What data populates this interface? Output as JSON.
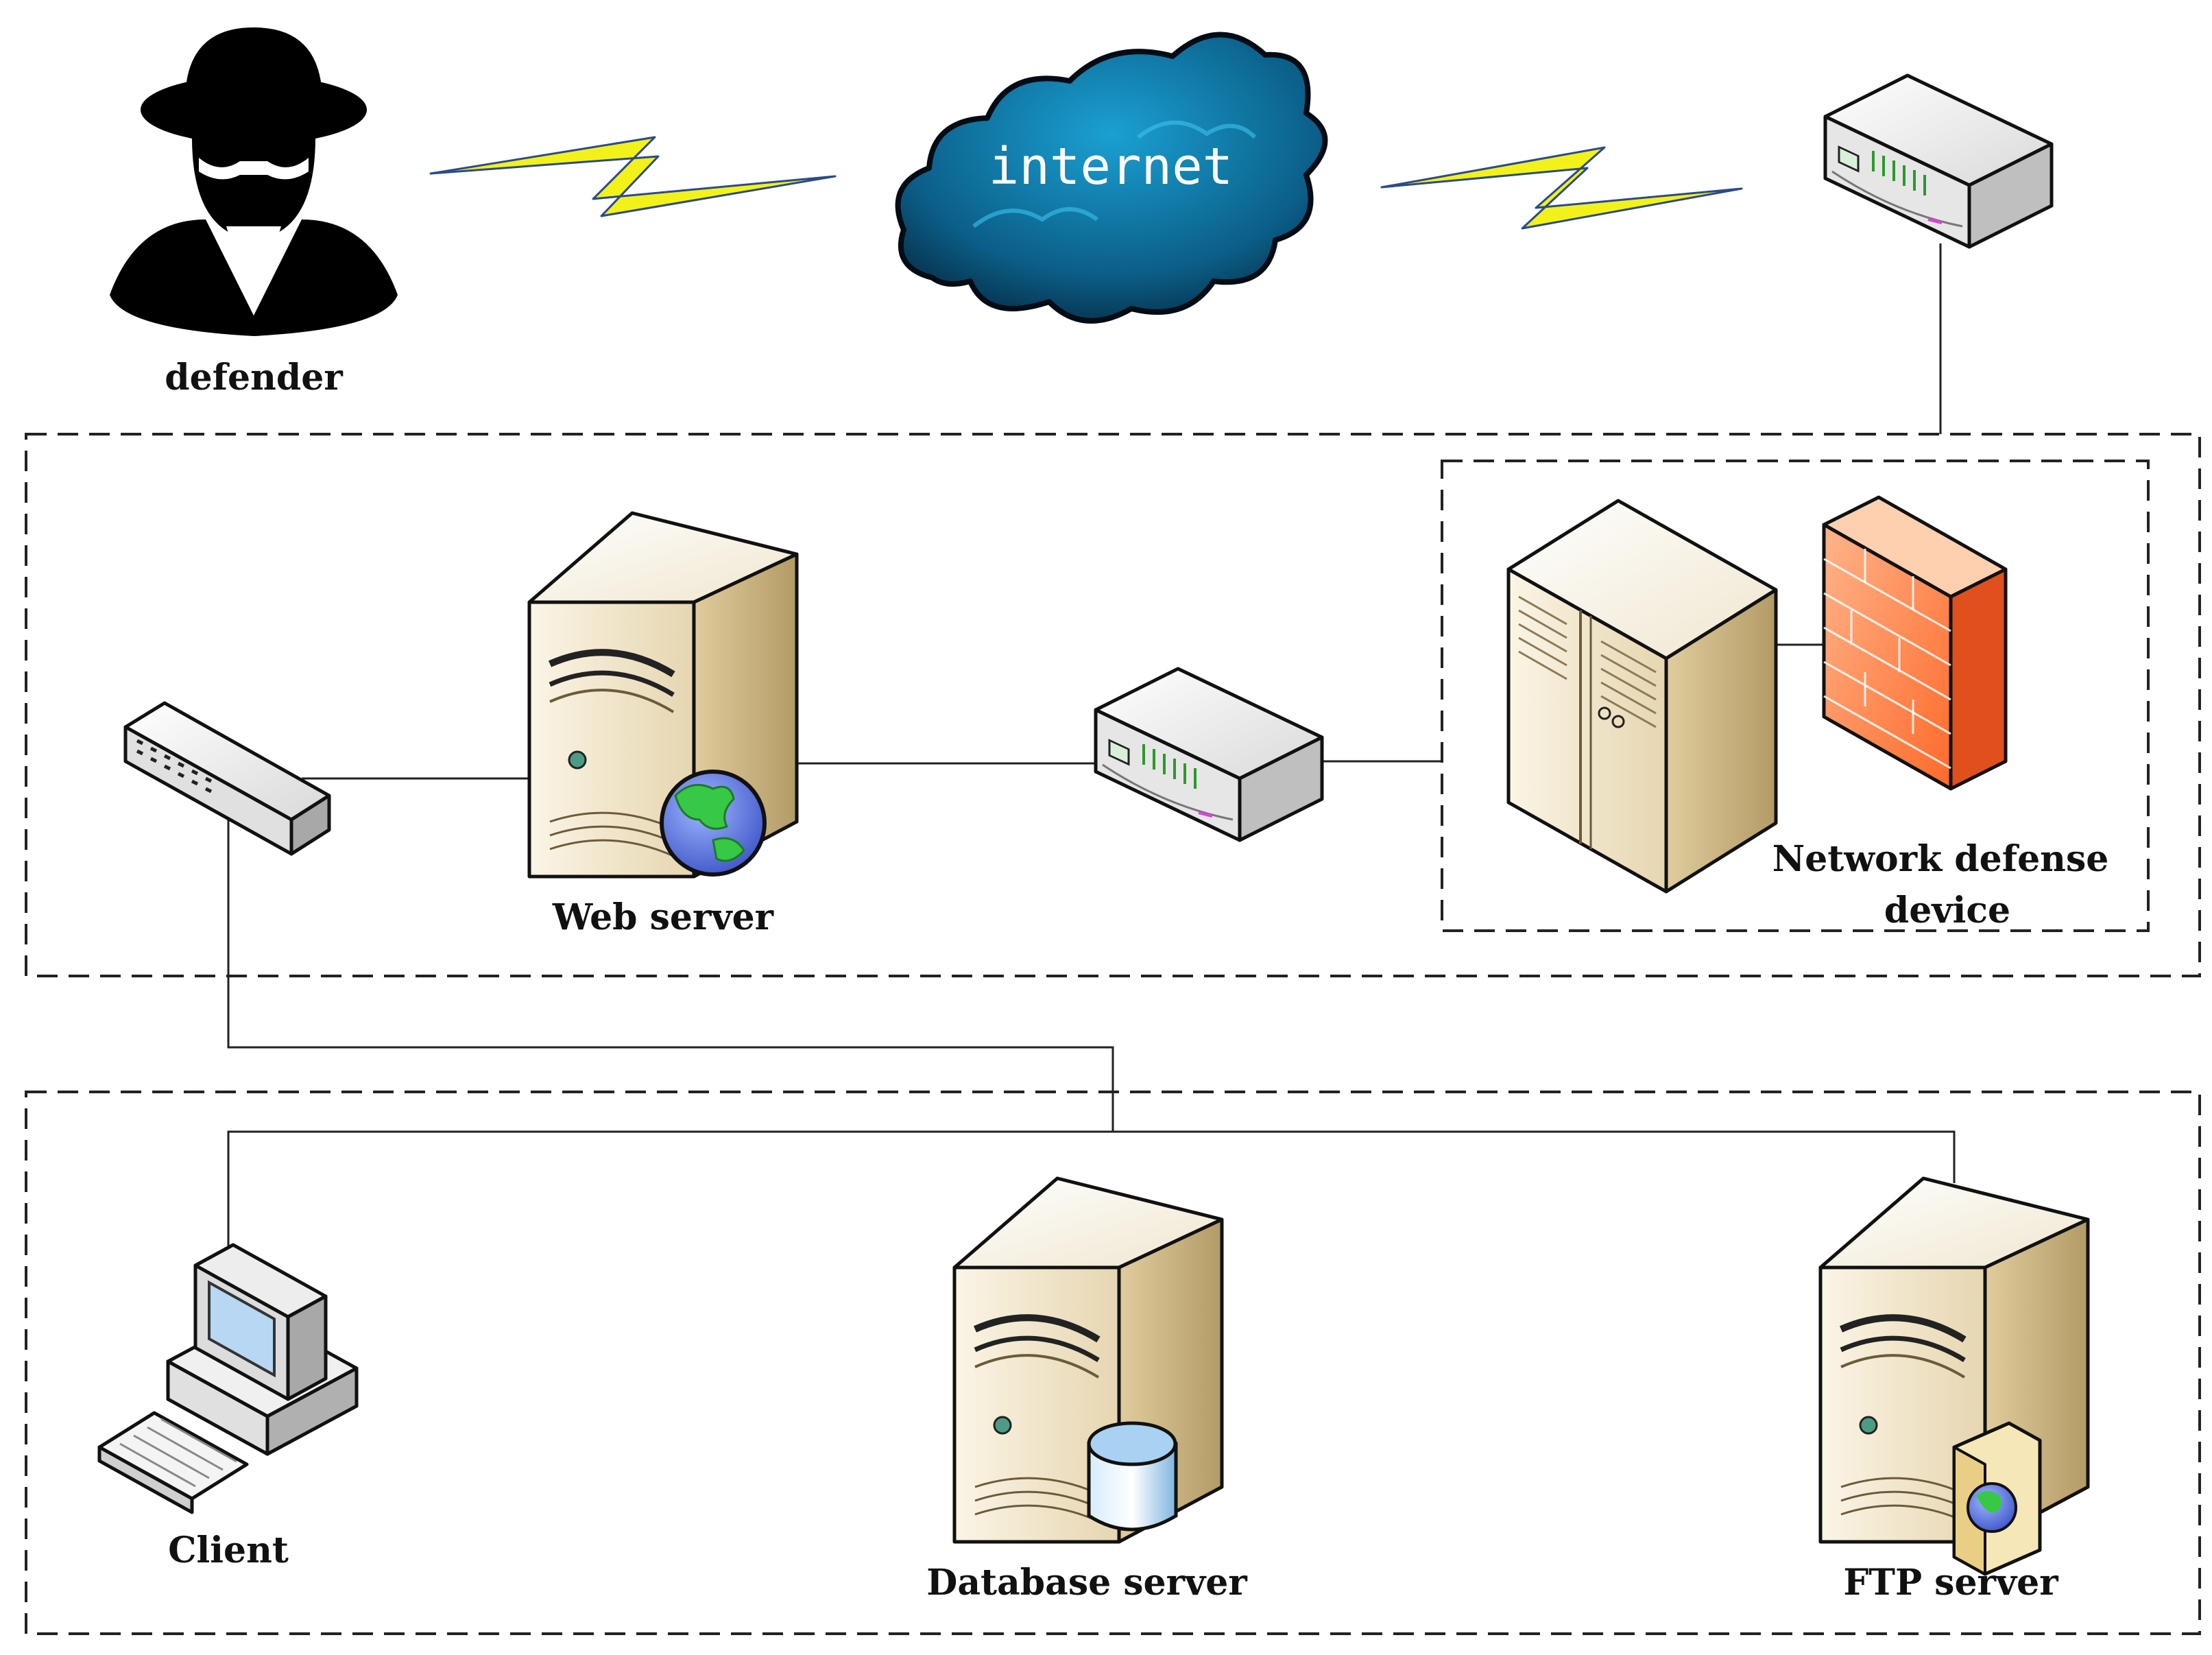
{
  "labels": {
    "defender": "defender",
    "internet": "internet",
    "web_server": "Web server",
    "network_defense_line1": "Network defense",
    "network_defense_line2": "device",
    "client": "Client",
    "database_server": "Database server",
    "ftp_server": "FTP server"
  },
  "icons": {
    "defender": "spy-person-icon",
    "cloud": "internet-cloud-icon",
    "lightning": "wireless-link-icon",
    "router": "router-icon",
    "switch": "network-switch-icon",
    "server": "server-tower-icon",
    "cabinet": "server-cabinet-icon",
    "firewall": "firewall-icon",
    "globe": "globe-icon",
    "database": "database-cylinder-icon",
    "ftp": "ftp-folder-icon",
    "workstation": "desktop-computer-icon"
  },
  "colors": {
    "line": "#222222",
    "lightning": "#f2f21a",
    "cloud": "#0a6f9e",
    "server": "#efe3c6",
    "firewall": "#ff7a3c",
    "globe_water": "#4d6fd8",
    "globe_land": "#37c845"
  }
}
